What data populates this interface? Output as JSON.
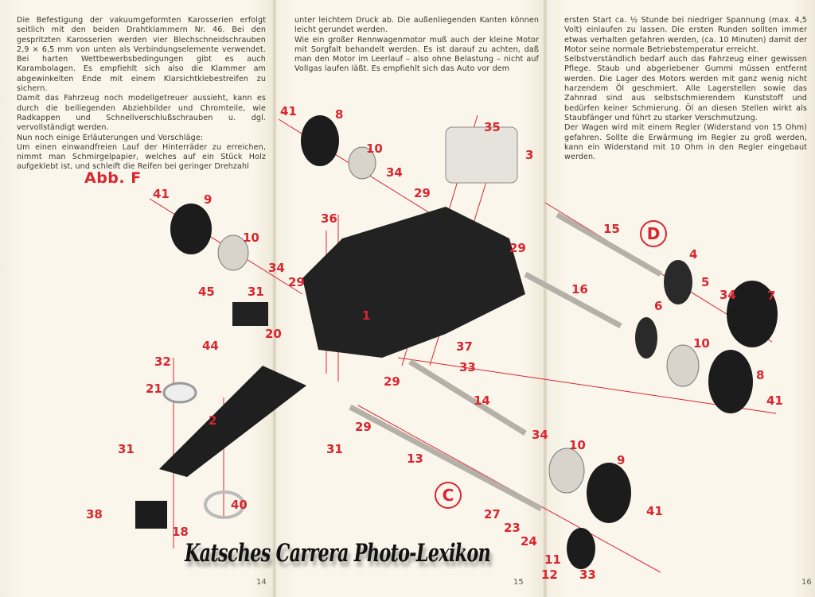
{
  "pages": [
    {
      "number": "14",
      "paragraphs": [
        "Die Befestigung der vakuumgeformten Karosserien erfolgt seitlich mit den beiden Drahtklammern Nr. 46. Bei den gespritzten Karosserien werden vier Blechschneidschrauben 2,9 × 6,5 mm von unten als Verbindungselemente verwendet. Bei harten Wettbewerbsbedingungen gibt es auch Karambolagen. Es empfiehlt sich also die Klammer am abgewinkelten Ende mit einem Klarsichtklebestreifen zu sichern.",
        "Damit das Fahrzeug noch modellgetreuer aussieht, kann es durch die beiliegenden Abziehbilder und Chromteile, wie Radkappen und Schnellverschlußschrauben u. dgl. vervollständigt werden.",
        "Nun noch einige Erläuterungen und Vorschläge:",
        "Um einen einwandfreien Lauf der Hinterräder zu erreichen, nimmt man Schmirgelpapier, welches auf ein Stück Holz aufgeklebt ist, und schleift die Reifen bei geringer Drehzahl"
      ]
    },
    {
      "number": "15",
      "paragraphs": [
        "unter leichtem Druck ab. Die außenliegenden Kanten können leicht gerundet werden.",
        "Wie ein großer Rennwagenmotor muß auch der kleine Motor mit Sorgfalt behandelt werden. Es ist darauf zu achten, daß man den Motor im Leerlauf – also ohne Belastung – nicht auf Vollgas laufen läßt. Es empfiehlt sich das Auto vor dem"
      ]
    },
    {
      "number": "16",
      "paragraphs": [
        "ersten Start ca. ½ Stunde bei niedriger Spannung (max. 4,5 Volt) einlaufen zu lassen. Die ersten Runden sollten immer etwas verhalten gefahren werden, (ca. 10 Minuten) damit der Motor seine normale Betriebstemperatur erreicht.",
        "Selbstverständlich bedarf auch das Fahrzeug einer gewissen Pflege. Staub und abgeriebener Gummi müssen entfernt werden. Die Lager des Motors werden mit ganz wenig nicht harzendem Öl geschmiert. Alle Lagerstellen sowie das Zahnrad sind aus selbstschmierendem Kunststoff und bedürfen keiner Schmierung. Öl an diesen Stellen wirkt als Staubfänger und führt zu starker Verschmutzung.",
        "Der Wagen wird mit einem Regler (Widerstand von 15 Ohm) gefahren. Sollte die Erwärmung im Regler zu groß werden, kann ein Widerstand mit 10 Ohm in den Regler eingebaut werden."
      ]
    }
  ],
  "figure": {
    "title": "Abb. F",
    "section_markers": [
      "D",
      "C"
    ],
    "part_labels": [
      "41",
      "8",
      "10",
      "34",
      "29",
      "35",
      "3",
      "41",
      "9",
      "10",
      "34",
      "29",
      "36",
      "29",
      "15",
      "4",
      "5",
      "34",
      "7",
      "45",
      "31",
      "20",
      "1",
      "2",
      "6",
      "10",
      "44",
      "32",
      "21",
      "37",
      "33",
      "29",
      "8",
      "41",
      "14",
      "29",
      "31",
      "13",
      "34",
      "10",
      "9",
      "41",
      "31",
      "38",
      "40",
      "18",
      "27",
      "23",
      "24",
      "11",
      "12",
      "33",
      "16"
    ]
  },
  "watermark": "Katsches Carrera Photo-Lexikon",
  "colors": {
    "accent_red": "#d9262f",
    "paper": "#faf6ec",
    "text": "#3a3530"
  }
}
